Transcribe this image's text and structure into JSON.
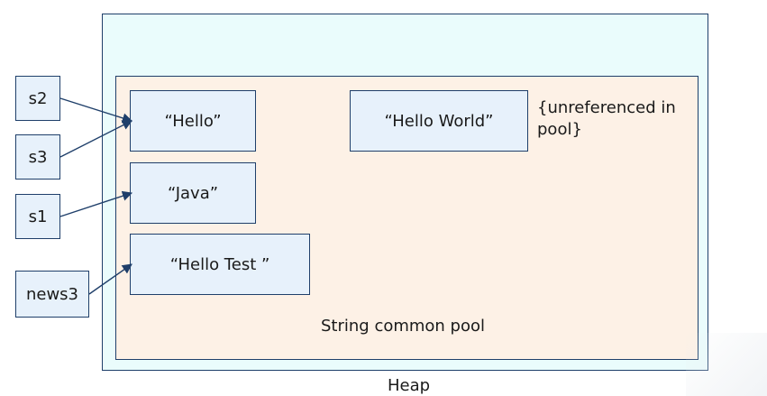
{
  "heap": {
    "label": "Heap"
  },
  "pool": {
    "label": "String common pool"
  },
  "pool_strings": [
    {
      "text": "“Hello”"
    },
    {
      "text": "“Java”"
    },
    {
      "text": "“Hello Test ”"
    },
    {
      "text": "“Hello World”"
    }
  ],
  "references": [
    {
      "text": "s2"
    },
    {
      "text": "s3"
    },
    {
      "text": "s1"
    },
    {
      "text": "news3"
    }
  ],
  "note": {
    "text": "{unreferenced in pool}"
  },
  "colors": {
    "heap_fill": "#eafcfc",
    "pool_fill": "#fdf1e6",
    "box_fill": "#e7f1fb",
    "border": "#1f3f6a"
  }
}
